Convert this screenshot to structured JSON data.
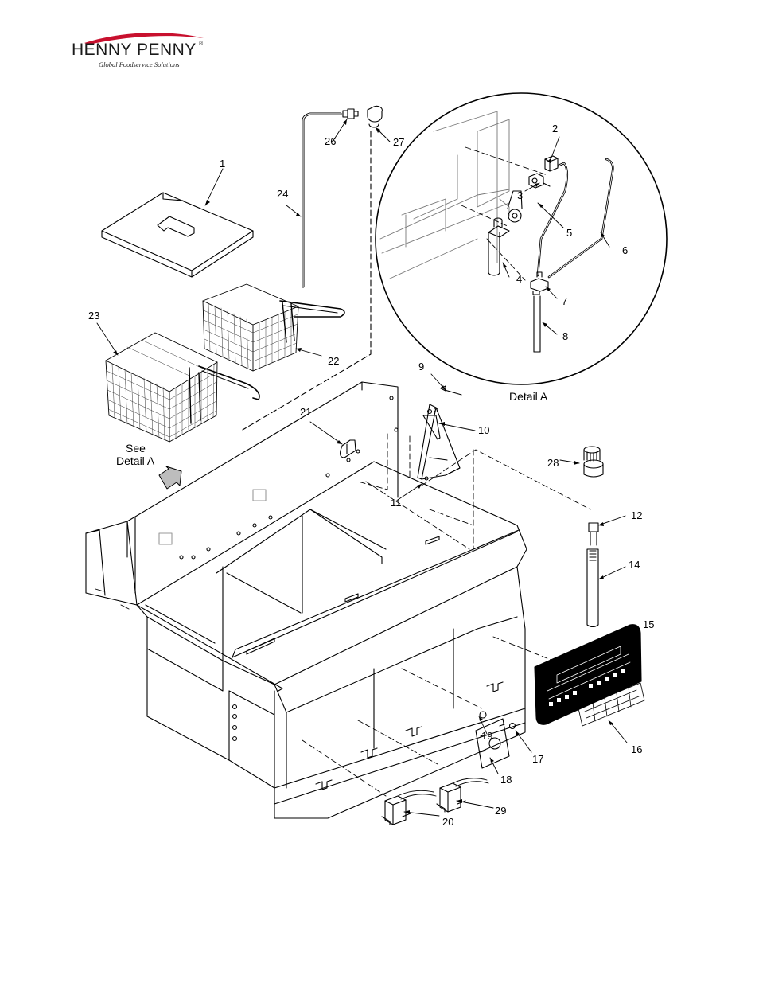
{
  "brand": {
    "name": "HENNY PENNY",
    "registered": "®",
    "tagline": "Global Foodservice Solutions"
  },
  "captions": {
    "detail_a": "Detail A",
    "see_line1": "See",
    "see_line2": "Detail A"
  },
  "callouts": [
    "1",
    "2",
    "3",
    "4",
    "5",
    "6",
    "7",
    "8",
    "9",
    "10",
    "11",
    "12",
    "14",
    "15",
    "16",
    "17",
    "18",
    "19",
    "20",
    "21",
    "22",
    "23",
    "24",
    "26",
    "27",
    "28",
    "29"
  ],
  "colors": {
    "line": "#000000",
    "part_fill": "#ffffff",
    "shade": "#d9d9d9"
  }
}
